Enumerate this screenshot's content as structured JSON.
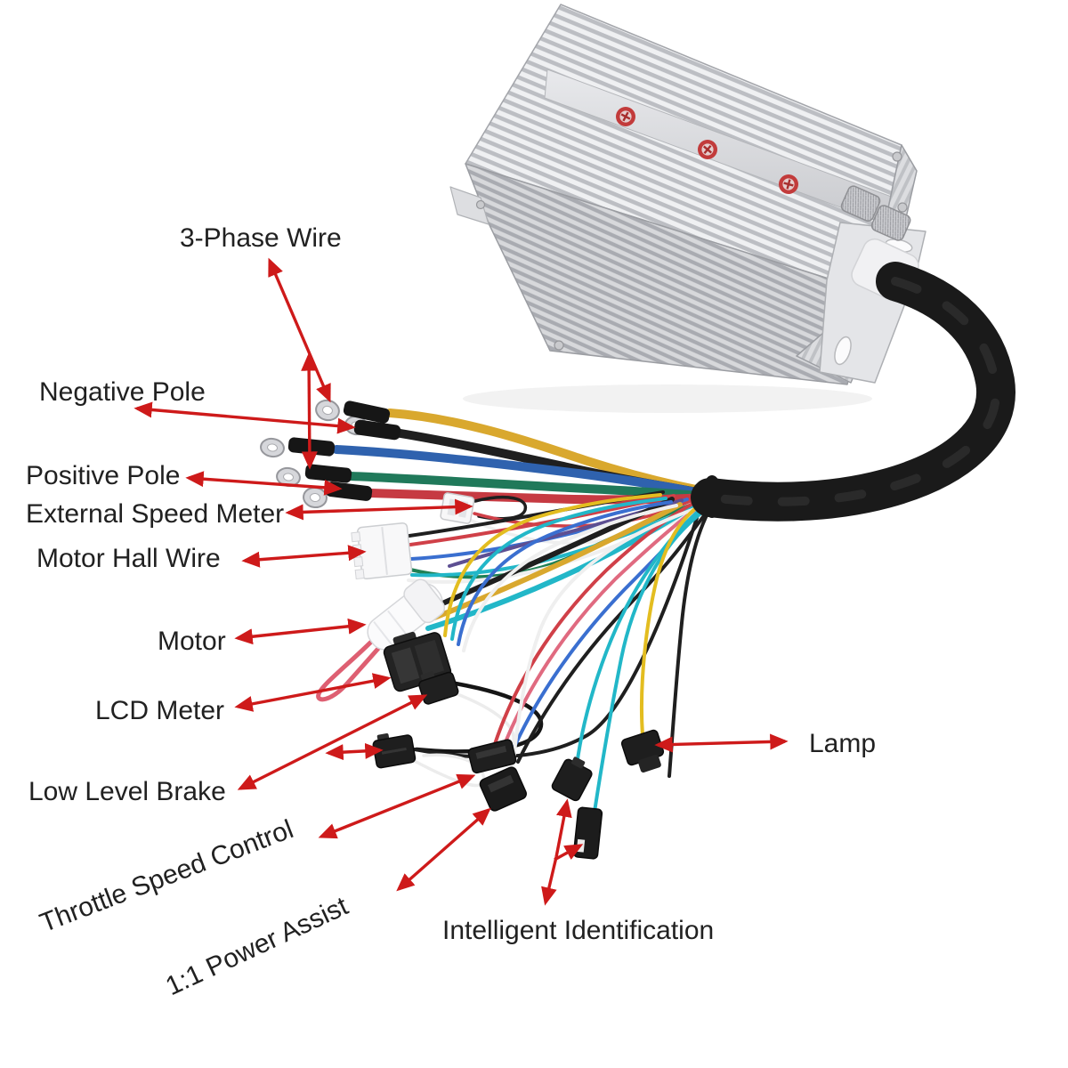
{
  "diagram": {
    "type": "annotated-product-wiring-diagram",
    "subject": "brushless-motor-controller",
    "callouts": [
      {
        "id": "three_phase_wire",
        "label": "3-Phase Wire"
      },
      {
        "id": "negative_pole",
        "label": "Negative Pole"
      },
      {
        "id": "positive_pole",
        "label": "Positive Pole"
      },
      {
        "id": "external_speed_meter",
        "label": "External Speed Meter"
      },
      {
        "id": "motor_hall_wire",
        "label": "Motor Hall Wire"
      },
      {
        "id": "motor",
        "label": "Motor"
      },
      {
        "id": "lcd_meter",
        "label": "LCD Meter"
      },
      {
        "id": "low_level_brake",
        "label": "Low Level Brake"
      },
      {
        "id": "throttle_speed_control",
        "label": "Throttle Speed Control"
      },
      {
        "id": "power_assist",
        "label": "1:1 Power Assist"
      },
      {
        "id": "intelligent_identification",
        "label": "Intelligent Identification"
      },
      {
        "id": "lamp",
        "label": "Lamp"
      }
    ],
    "colors": {
      "arrow": "#ce1a1a",
      "label_text": "#212121",
      "controller_body": "#d9dadd",
      "cable_sheath": "#1a1a1a",
      "wire_phase_yellow": "#d9a82e",
      "wire_negative_black": "#1f1f1f",
      "wire_phase_blue": "#2f62ae",
      "wire_phase_green": "#20795a",
      "wire_positive_red": "#c63a42",
      "wire_signal_teal": "#22b7c8",
      "wire_signal_pink": "#e06a80",
      "wire_lamp_yellow": "#e3bd20",
      "wire_signal_purple": "#5d4f92",
      "wire_signal_white": "#efefef"
    }
  }
}
